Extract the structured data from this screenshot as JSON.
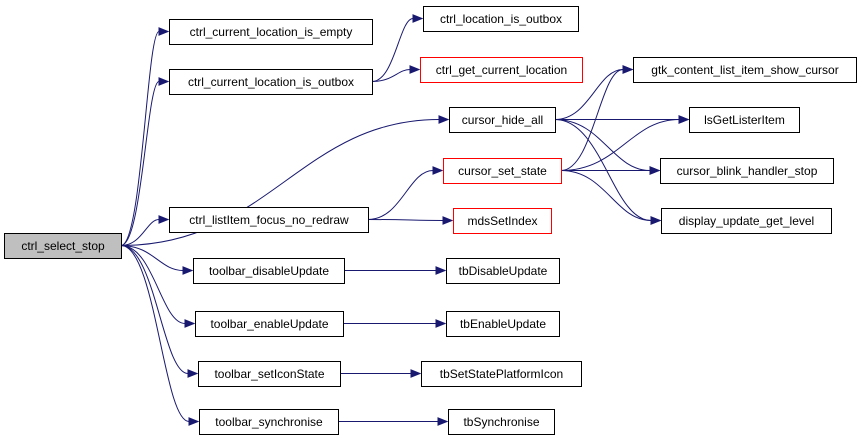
{
  "colors": {
    "edge": "#191970",
    "node_border": "#000000",
    "node_border_truncated": "#ff0000",
    "root_fill": "#bfbfbf",
    "node_fill": "#ffffff"
  },
  "nodes": {
    "ctrl_select_stop": {
      "label": "ctrl_select_stop",
      "style": "root"
    },
    "ctrl_current_location_is_empty": {
      "label": "ctrl_current_location_is_empty",
      "style": "normal"
    },
    "ctrl_current_location_is_outbox": {
      "label": "ctrl_current_location_is_outbox",
      "style": "normal"
    },
    "ctrl_location_is_outbox": {
      "label": "ctrl_location_is_outbox",
      "style": "normal"
    },
    "ctrl_get_current_location": {
      "label": "ctrl_get_current_location",
      "style": "truncated"
    },
    "cursor_hide_all": {
      "label": "cursor_hide_all",
      "style": "normal"
    },
    "cursor_set_state": {
      "label": "cursor_set_state",
      "style": "truncated"
    },
    "gtk_content_list_item_show_cursor": {
      "label": "gtk_content_list_item_show_cursor",
      "style": "normal"
    },
    "lsGetListerItem": {
      "label": "lsGetListerItem",
      "style": "normal"
    },
    "cursor_blink_handler_stop": {
      "label": "cursor_blink_handler_stop",
      "style": "normal"
    },
    "display_update_get_level": {
      "label": "display_update_get_level",
      "style": "normal"
    },
    "ctrl_listItem_focus_no_redraw": {
      "label": "ctrl_listItem_focus_no_redraw",
      "style": "normal"
    },
    "mdsSetIndex": {
      "label": "mdsSetIndex",
      "style": "truncated"
    },
    "toolbar_disableUpdate": {
      "label": "toolbar_disableUpdate",
      "style": "normal"
    },
    "tbDisableUpdate": {
      "label": "tbDisableUpdate",
      "style": "normal"
    },
    "toolbar_enableUpdate": {
      "label": "toolbar_enableUpdate",
      "style": "normal"
    },
    "tbEnableUpdate": {
      "label": "tbEnableUpdate",
      "style": "normal"
    },
    "toolbar_setIconState": {
      "label": "toolbar_setIconState",
      "style": "normal"
    },
    "tbSetStatePlatformIcon": {
      "label": "tbSetStatePlatformIcon",
      "style": "normal"
    },
    "toolbar_synchronise": {
      "label": "toolbar_synchronise",
      "style": "normal"
    },
    "tbSynchronise": {
      "label": "tbSynchronise",
      "style": "normal"
    }
  },
  "edges": [
    {
      "from": "ctrl_select_stop",
      "to": "ctrl_current_location_is_empty"
    },
    {
      "from": "ctrl_select_stop",
      "to": "ctrl_current_location_is_outbox"
    },
    {
      "from": "ctrl_select_stop",
      "to": "cursor_hide_all"
    },
    {
      "from": "ctrl_select_stop",
      "to": "ctrl_listItem_focus_no_redraw"
    },
    {
      "from": "ctrl_select_stop",
      "to": "toolbar_disableUpdate"
    },
    {
      "from": "ctrl_select_stop",
      "to": "toolbar_enableUpdate"
    },
    {
      "from": "ctrl_select_stop",
      "to": "toolbar_setIconState"
    },
    {
      "from": "ctrl_select_stop",
      "to": "toolbar_synchronise"
    },
    {
      "from": "ctrl_current_location_is_outbox",
      "to": "ctrl_location_is_outbox"
    },
    {
      "from": "ctrl_current_location_is_outbox",
      "to": "ctrl_get_current_location"
    },
    {
      "from": "cursor_hide_all",
      "to": "gtk_content_list_item_show_cursor"
    },
    {
      "from": "cursor_hide_all",
      "to": "lsGetListerItem"
    },
    {
      "from": "cursor_hide_all",
      "to": "cursor_blink_handler_stop"
    },
    {
      "from": "cursor_hide_all",
      "to": "display_update_get_level"
    },
    {
      "from": "cursor_set_state",
      "to": "gtk_content_list_item_show_cursor"
    },
    {
      "from": "cursor_set_state",
      "to": "lsGetListerItem"
    },
    {
      "from": "cursor_set_state",
      "to": "cursor_blink_handler_stop"
    },
    {
      "from": "cursor_set_state",
      "to": "display_update_get_level"
    },
    {
      "from": "ctrl_listItem_focus_no_redraw",
      "to": "cursor_set_state"
    },
    {
      "from": "ctrl_listItem_focus_no_redraw",
      "to": "mdsSetIndex"
    },
    {
      "from": "toolbar_disableUpdate",
      "to": "tbDisableUpdate"
    },
    {
      "from": "toolbar_enableUpdate",
      "to": "tbEnableUpdate"
    },
    {
      "from": "toolbar_setIconState",
      "to": "tbSetStatePlatformIcon"
    },
    {
      "from": "toolbar_synchronise",
      "to": "tbSynchronise"
    }
  ]
}
